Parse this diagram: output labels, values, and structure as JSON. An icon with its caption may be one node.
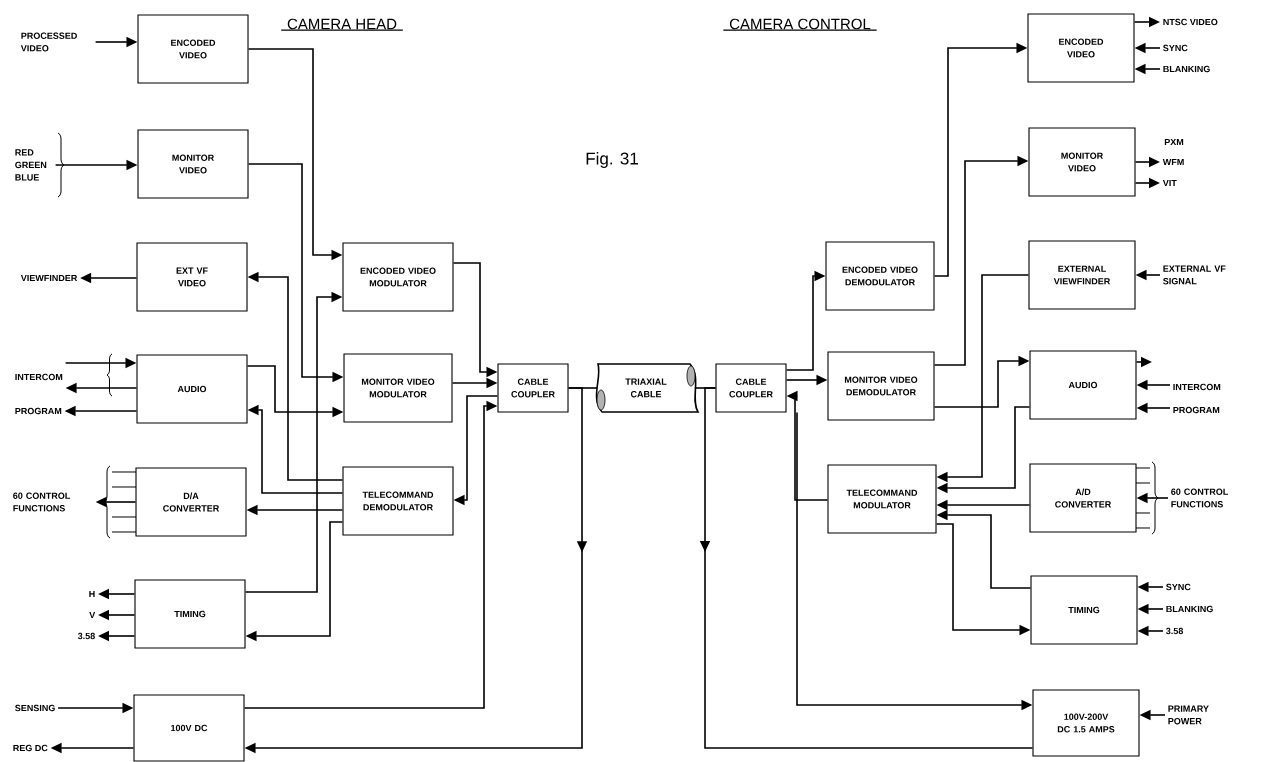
{
  "diagram": {
    "caption": "Fig. 31",
    "nodes": [
      {
        "text": [
          "PROCESSED VIDEO"
        ]
      },
      {
        "text": [
          "ENCODED VIDEO"
        ]
      },
      {
        "text": [
          "RED GREEN BLUE"
        ]
      },
      {
        "text": [
          "MONITOR VIDEO"
        ]
      },
      {
        "text": [
          "VIEWFINDER"
        ]
      },
      {
        "text": [
          "EXT VF VIDEO"
        ]
      },
      {
        "text": [
          "INTERCOM"
        ]
      },
      {
        "text": [
          "PROGRAM"
        ]
      },
      {
        "text": [
          "AUDIO"
        ]
      },
      {
        "text": [
          "60 CONTROL FUNCTIONS"
        ]
      },
      {
        "text": [
          "D/A CONVERTER"
        ]
      },
      {
        "text": [
          "H"
        ]
      },
      {
        "text": [
          "V"
        ]
      },
      {
        "text": [
          "3.58"
        ]
      },
      {
        "text": [
          "TIMING"
        ]
      },
      {
        "text": [
          "SENSING"
        ]
      },
      {
        "text": [
          "REG DC"
        ]
      },
      {
        "text": [
          "100V DC"
        ]
      },
      {
        "text": [
          "ENCODED VIDEO MODULATOR"
        ]
      },
      {
        "text": [
          "MONITOR VIDEO MODULATOR"
        ]
      },
      {
        "text": [
          "TELECOMMAND DEMODULATOR"
        ]
      },
      {
        "text": [
          "CABLE COUPLER"
        ]
      },
      {
        "text": [
          "TRIAXIAL CABLE"
        ]
      },
      {
        "text": [
          "CABLE COUPLER"
        ]
      },
      {
        "text": [
          "ENCODED VIDEO DEMODULATOR"
        ]
      },
      {
        "text": [
          "MONITOR VIDEO DEMODULATOR"
        ]
      },
      {
        "text": [
          "TELECOMMAND MODULATOR"
        ]
      },
      {
        "text": [
          "ENCODED VIDEO"
        ]
      },
      {
        "text": [
          "NTSC VIDEO"
        ]
      },
      {
        "text": [
          "SYNC"
        ]
      },
      {
        "text": [
          "BLANKING"
        ]
      },
      {
        "text": [
          "MONITOR VIDEO"
        ]
      },
      {
        "text": [
          "WFM"
        ]
      },
      {
        "text": [
          "VIT"
        ]
      },
      {
        "text": [
          "EXTERNAL VIEWFINDER"
        ]
      },
      {
        "text": [
          "EXTERNAL VF SIGNAL"
        ]
      },
      {
        "text": [
          "AUDIO"
        ]
      },
      {
        "text": [
          "INTERCOM"
        ]
      },
      {
        "text": [
          "PROGRAM"
        ]
      },
      {
        "text": [
          "A/D CONVERTER"
        ]
      },
      {
        "text": [
          "60 CONTROL FUNCTIONS"
        ]
      },
      {
        "text": [
          "TIMING"
        ]
      },
      {
        "text": [
          "SYNC"
        ]
      },
      {
        "text": [
          "BLANKING"
        ]
      },
      {
        "text": [
          "3.58"
        ]
      },
      {
        "text": [
          "100V-200V DC 1.5 AMPS"
        ]
      },
      {
        "text": [
          "PRIMARY POWER"
        ]
      }
    ],
    "edges": [
      {
        "from": 0,
        "to": 1,
        "arrow": "to"
      },
      {
        "from": 2,
        "to": 3,
        "arrow": "to"
      },
      {
        "from": 5,
        "to": 4,
        "arrow": "to"
      },
      {
        "from": 6,
        "to": 8,
        "arrow": "to"
      },
      {
        "from": 8,
        "to": 6,
        "arrow": "to"
      },
      {
        "from": 8,
        "to": 7,
        "arrow": "to"
      },
      {
        "from": 10,
        "to": 9,
        "arrow": "to"
      },
      {
        "from": 14,
        "to": 11,
        "arrow": "to"
      },
      {
        "from": 14,
        "to": 12,
        "arrow": "to"
      },
      {
        "from": 14,
        "to": 13,
        "arrow": "to"
      },
      {
        "from": 15,
        "to": 17,
        "arrow": "to"
      },
      {
        "from": 17,
        "to": 16,
        "arrow": "to"
      },
      {
        "from": 1,
        "to": 18,
        "arrow": "to"
      },
      {
        "from": 3,
        "to": 19,
        "arrow": "to"
      },
      {
        "from": 20,
        "to": 5,
        "arrow": "to"
      },
      {
        "from": 8,
        "to": 19,
        "arrow": "to"
      },
      {
        "from": 20,
        "to": 8,
        "arrow": "to"
      },
      {
        "from": 20,
        "to": 10,
        "arrow": "to"
      },
      {
        "from": 14,
        "to": 18,
        "arrow": "to"
      },
      {
        "from": 20,
        "to": 14,
        "arrow": "to"
      },
      {
        "from": 18,
        "to": 21,
        "arrow": "to"
      },
      {
        "from": 19,
        "to": 21,
        "arrow": "to"
      },
      {
        "from": 21,
        "to": 20,
        "arrow": "to"
      },
      {
        "from": 17,
        "to": 21,
        "arrow": "to"
      },
      {
        "from": 21,
        "to": 22,
        "arrow": "none"
      },
      {
        "from": 22,
        "to": 23,
        "arrow": "none"
      },
      {
        "from": 21,
        "to": 17,
        "arrow": "to"
      },
      {
        "from": 23,
        "to": 45,
        "arrow": "to"
      },
      {
        "from": 23,
        "to": 45,
        "arrow": "to"
      },
      {
        "from": 23,
        "to": 24,
        "arrow": "to"
      },
      {
        "from": 23,
        "to": 25,
        "arrow": "to"
      },
      {
        "from": 26,
        "to": 23,
        "arrow": "to"
      },
      {
        "from": 24,
        "to": 27,
        "arrow": "to"
      },
      {
        "from": 25,
        "to": 31,
        "arrow": "to"
      },
      {
        "from": 25,
        "to": 36,
        "arrow": "to"
      },
      {
        "from": 34,
        "to": 26,
        "arrow": "to"
      },
      {
        "from": 36,
        "to": 26,
        "arrow": "to"
      },
      {
        "from": 39,
        "to": 26,
        "arrow": "to"
      },
      {
        "from": 41,
        "to": 26,
        "arrow": "to"
      },
      {
        "from": 26,
        "to": 41,
        "arrow": "to"
      },
      {
        "from": 36,
        "to": null,
        "arrow": "to"
      },
      {
        "from": 27,
        "to": 28,
        "arrow": "to"
      },
      {
        "from": 29,
        "to": 27,
        "arrow": "to"
      },
      {
        "from": 30,
        "to": 27,
        "arrow": "to"
      },
      {
        "from": 31,
        "to": 32,
        "arrow": "to"
      },
      {
        "from": 31,
        "to": 33,
        "arrow": "to"
      },
      {
        "from": 35,
        "to": 34,
        "arrow": "to"
      },
      {
        "from": 37,
        "to": 36,
        "arrow": "to"
      },
      {
        "from": 38,
        "to": 36,
        "arrow": "to"
      },
      {
        "from": 40,
        "to": 39,
        "arrow": "to"
      },
      {
        "from": 42,
        "to": 41,
        "arrow": "to"
      },
      {
        "from": 43,
        "to": 41,
        "arrow": "to"
      },
      {
        "from": 44,
        "to": 41,
        "arrow": "to"
      },
      {
        "from": 46,
        "to": 45,
        "arrow": "to"
      }
    ],
    "labels": [
      "CAMERA HEAD",
      "CAMERA CONTROL",
      "PXM"
    ]
  }
}
